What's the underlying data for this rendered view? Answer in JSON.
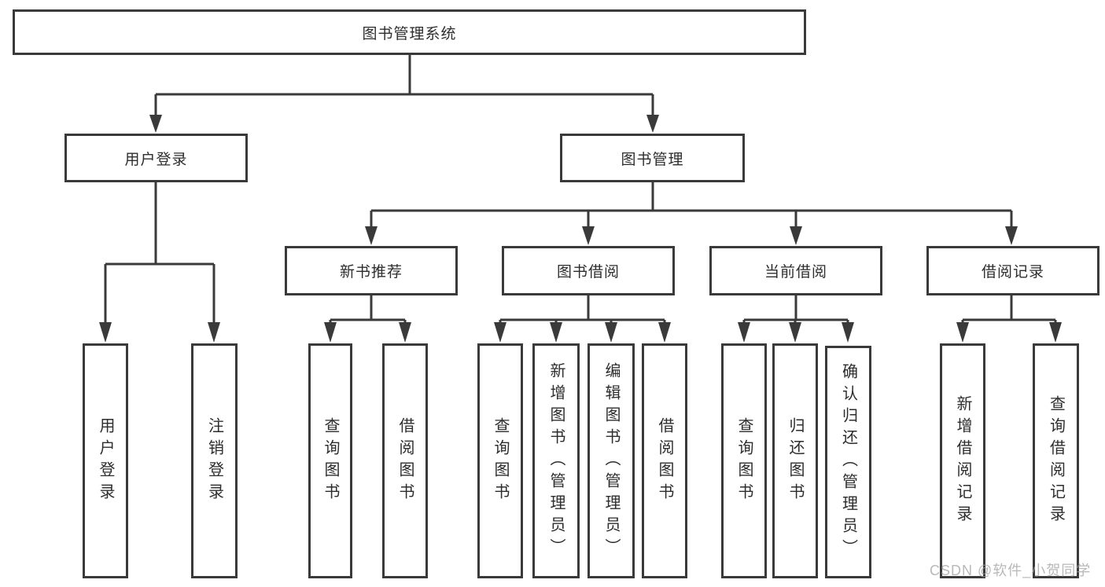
{
  "nodes": {
    "root": "图书管理系统",
    "user_login": "用户登录",
    "book_management": "图书管理",
    "new_book_recommend": "新书推荐",
    "book_borrowing": "图书借阅",
    "current_borrowing": "当前借阅",
    "borrowing_records": "借阅记录",
    "leaf_user_login": "用户登录",
    "leaf_logout": "注销登录",
    "leaf_query_books_recommend": "查询图书",
    "leaf_borrow_books_recommend": "借阅图书",
    "leaf_query_books_borrowing": "查询图书",
    "leaf_add_books_admin": "新增图书（管理员）",
    "leaf_edit_books_admin": "编辑图书（管理员）",
    "leaf_borrow_books": "借阅图书",
    "leaf_query_books_current": "查询图书",
    "leaf_return_books": "归还图书",
    "leaf_confirm_return_admin": "确认归还（管理员）",
    "leaf_add_borrow_record": "新增借阅记录",
    "leaf_query_borrow_record": "查询借阅记录"
  },
  "watermark": "CSDN @软件_小贺同学",
  "colors": {
    "line": "#3a3a3a",
    "text": "#2d2d2d",
    "background": "#ffffff",
    "watermark": "#a0a0a0"
  }
}
